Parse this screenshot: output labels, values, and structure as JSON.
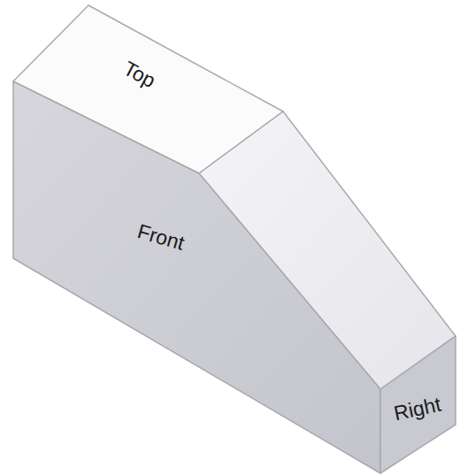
{
  "diagram": {
    "labels": [
      "Top",
      "Front",
      "Right"
    ]
  }
}
